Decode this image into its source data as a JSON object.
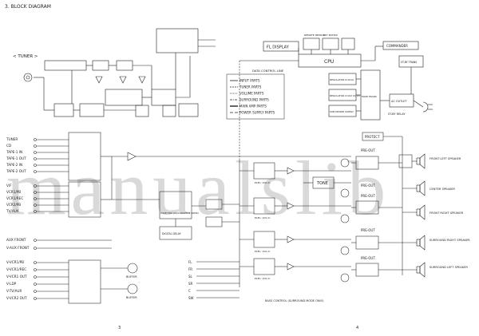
{
  "title": "3. BLOCK DIAGRAM",
  "tuner_label": "< TUNER >",
  "legend_items": [
    "INPUT PARTS",
    "TUNER PARTS",
    "VOLUME PARTS",
    "SURROUND PARTS",
    "MAIN AMP PARTS",
    "POWER SUPPLY PARTS"
  ],
  "data_control_line": "DATA CONTROL LINE",
  "fl_display": "FL DISPLAY",
  "cpu": "CPU",
  "remote_sensor": "REMOTE SENSOR",
  "key_matrix": "KEY MATRIX",
  "commander": "COMMANDER",
  "tone": "TONE",
  "protect": "PROTECT",
  "standby_trans": "ST-BY TRANS",
  "main_trans": "MAIN TRANS",
  "ac_outlet": "AC OUTLET",
  "standby_relay": "ST-BY RELAY",
  "regulators": [
    "REGULATOR IC101A",
    "REGULATOR IC102 IC103",
    "SUB POWER SUPPLY"
  ],
  "inputs_top": [
    "TUNER",
    "CD",
    "TAPE-1 IN",
    "TAPE-1 OUT",
    "TAPE-2 IN",
    "TAPE-2 OUT"
  ],
  "inputs_mid": [
    "V/F",
    "VCR1/PB",
    "VCR1/REC",
    "VCR2/PB",
    "TV/AUX"
  ],
  "inputs_aux": [
    "AUX FRONT",
    "V-AUX FRONT"
  ],
  "inputs_video": [
    "V-VCR1/PB",
    "V-VCR1/REC",
    "V-VCR1 OUT",
    "V-LDP",
    "V-TV/AUX",
    "V-VCR2 OUT"
  ],
  "speakers": [
    "FRONT LEFT SPEAKER",
    "CENTER SPEAKER",
    "FRONT RIGHT SPEAKER",
    "SURROUND RIGHT SPEAKER",
    "SURROUND LEFT SPEAKER"
  ],
  "pre_out": "PRE-OUT",
  "ch_labels": [
    "FL",
    "FR",
    "SL",
    "SR",
    "C",
    "SW"
  ],
  "elec_vol": "ELEC. VOL IC",
  "bass_control": "BASS CONTROL (SURROUND MODE ONLY)",
  "dsp_label": "DOLBY PRO LOGIC ADAPTIVE MATRIX",
  "digital_delay": "DIGITAL DELAY",
  "buffer": "BUFFER",
  "page_left": "3",
  "page_right": "4",
  "watermark": "manualslib"
}
